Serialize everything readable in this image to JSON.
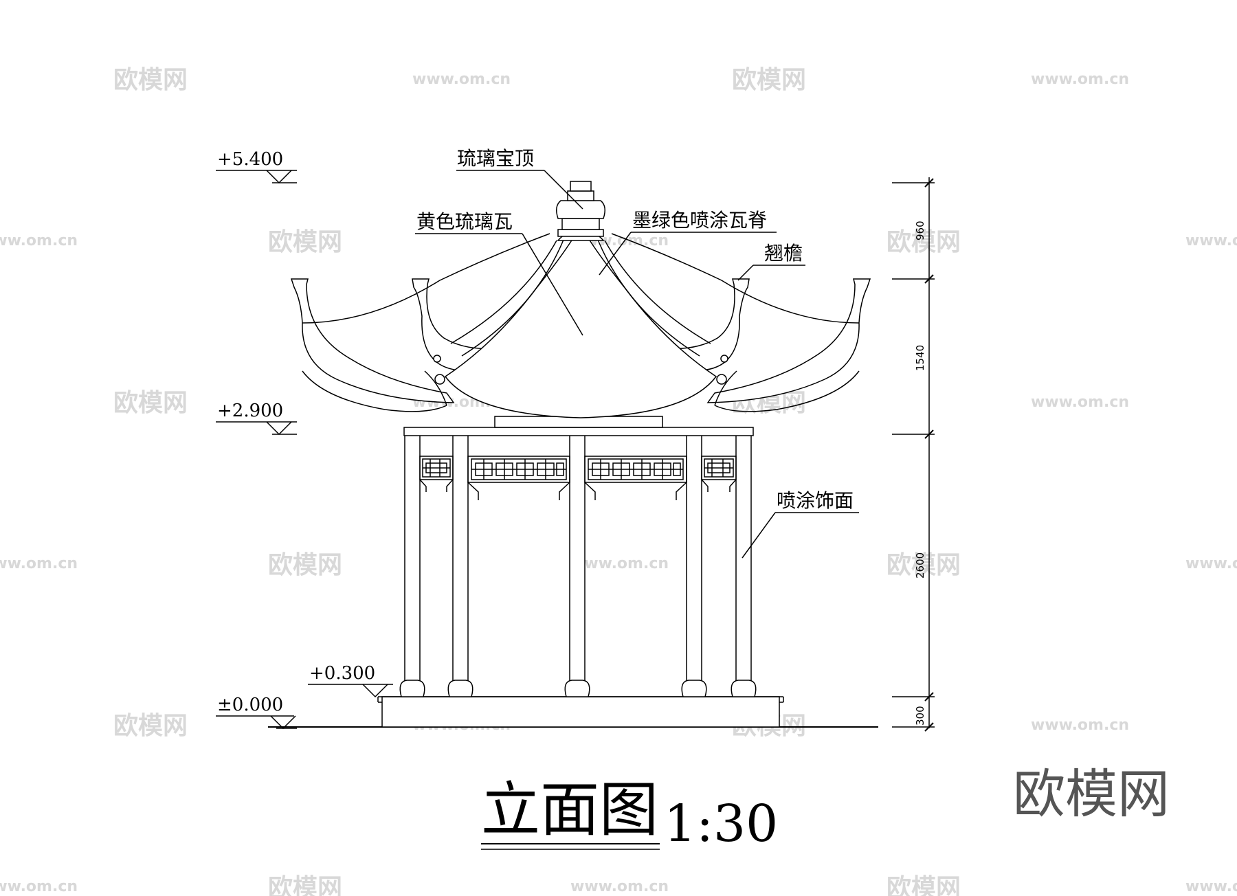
{
  "watermarks": {
    "site_text": "欧模网",
    "url_text": "www.om.cn",
    "logo_text": "欧模网"
  },
  "elevations": [
    {
      "id": "top",
      "label": "+5.400"
    },
    {
      "id": "eave",
      "label": "+2.900"
    },
    {
      "id": "plinth",
      "label": "+0.300"
    },
    {
      "id": "ground",
      "label": "±0.000"
    }
  ],
  "annotations": [
    {
      "id": "finial",
      "label": "琉璃宝顶"
    },
    {
      "id": "tile",
      "label": "黄色琉璃瓦"
    },
    {
      "id": "ridge",
      "label": "墨绿色喷涂瓦脊"
    },
    {
      "id": "eaves",
      "label": "翘檐"
    },
    {
      "id": "finish",
      "label": "喷涂饰面"
    }
  ],
  "dimensions": [
    {
      "id": "d1",
      "value": "960"
    },
    {
      "id": "d2",
      "value": "1540"
    },
    {
      "id": "d3",
      "value": "2600"
    },
    {
      "id": "d4",
      "value": "300"
    }
  ],
  "title": {
    "name": "立面图",
    "scale": "1:30"
  },
  "colors": {
    "line": "#000000",
    "background": "#ffffff",
    "watermark": "#d8d8d8",
    "logo": "#555555"
  }
}
